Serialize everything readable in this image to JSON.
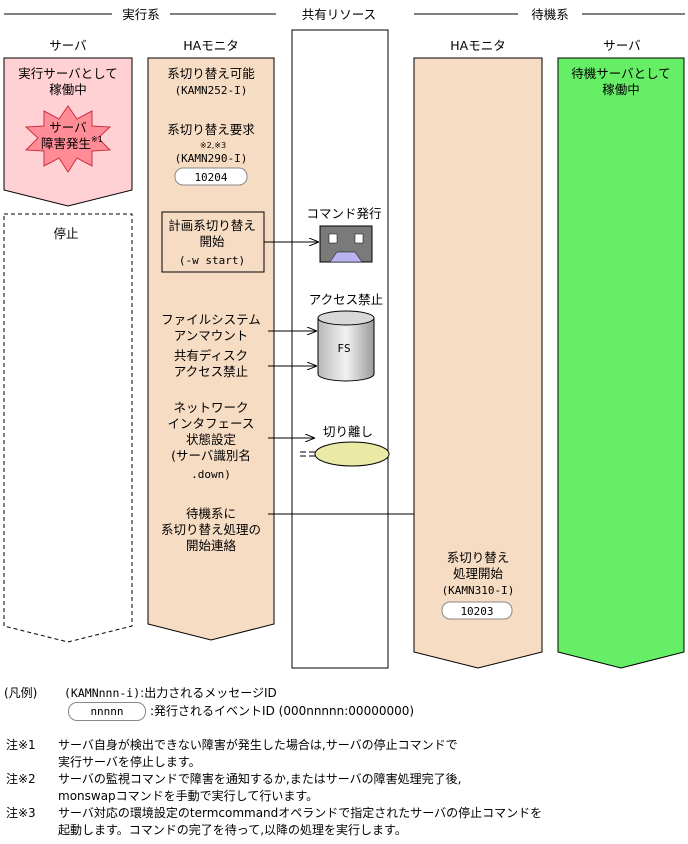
{
  "groups": {
    "active": "実行系",
    "shared": "共有リソース",
    "standby": "待機系"
  },
  "columns": {
    "server": "サーバ",
    "ha_monitor": "HAモニタ"
  },
  "active_server": {
    "running_line1": "実行サーバとして",
    "running_line2": "稼働中",
    "failure_line1": "サーバ",
    "failure_line2": "障害発生",
    "failure_note": "※1",
    "stopped": "停止"
  },
  "active_ha": {
    "step1_line1": "系切り替え可能",
    "step1_line2": "(KAMN252-I)",
    "step2_line1": "系切り替え要求",
    "step2_notes": "※2,※3",
    "step2_line2": "(KAMN290-I)",
    "step2_event": "10204",
    "step3_line1": "計画系切り替え",
    "step3_line2": "開始",
    "step3_line3": "(-w start)",
    "step4_line1": "ファイルシステム",
    "step4_line2": "アンマウント",
    "step5_line1": "共有ディスク",
    "step5_line2": "アクセス禁止",
    "step6_line1": "ネットワーク",
    "step6_line2": "インタフェース",
    "step6_line3": "状態設定",
    "step6_line4": "(サーバ識別名",
    "step6_line5": ".down)",
    "step7_line1": "待機系に",
    "step7_line2": "系切り替え処理の",
    "step7_line3": "開始連絡"
  },
  "shared": {
    "command_issue": "コマンド発行",
    "access_denied": "アクセス禁止",
    "fs_label": "FS",
    "disconnect": "切り離し"
  },
  "standby_ha": {
    "line1": "系切り替え",
    "line2": "処理開始",
    "line3": "(KAMN310-I)",
    "event": "10203"
  },
  "standby_server": {
    "line1": "待機サーバとして",
    "line2": "稼働中"
  },
  "legend": {
    "title": "(凡例)",
    "msg_sample": "(KAMNnnn-i)",
    "msg_desc": ":出力されるメッセージID",
    "event_sample": "nnnnn",
    "event_desc": ":発行されるイベントID (000nnnnn:00000000)"
  },
  "notes": [
    {
      "label": "注※1",
      "lines": [
        "サーバ自身が検出できない障害が発生した場合は,サーバの停止コマンドで",
        "実行サーバを停止します。"
      ]
    },
    {
      "label": "注※2",
      "lines": [
        "サーバの監視コマンドで障害を通知するか,またはサーバの障害処理完了後,",
        "monswapコマンドを手動で実行して行います。"
      ]
    },
    {
      "label": "注※3",
      "lines": [
        "サーバ対応の環境設定のtermcommandオペランドで指定されたサーバの停止コマンドを",
        "起動します。コマンドの完了を待って,以降の処理を実行します。"
      ]
    }
  ],
  "colors": {
    "failed_server": "#ffd0d4",
    "failure_burst": "#ff8c96",
    "ha_monitor": "#f7dcc4",
    "standby_server": "#66ee66",
    "ellipse": "#eaeaa6",
    "command_box": "#7a7a7a"
  }
}
